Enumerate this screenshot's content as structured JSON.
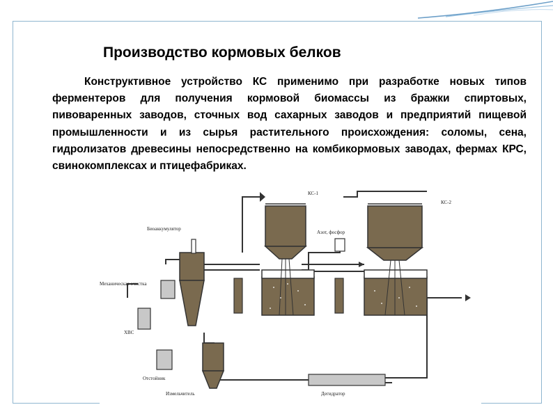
{
  "slide": {
    "title": "Производство кормовых белков",
    "paragraph": "Конструктивное устройство КС применимо при разработке новых типов ферментеров для получения кормовой биомассы из бражки спиртовых, пивоваренных заводов, сточных вод сахарных заводов и предприятий пищевой промышленности и из сырья растительного происхождения: соломы, сена, гидролизатов древесины непосредственно на комбикормовых заводах, фермах КРС, свинокомплексах и птицефабриках."
  },
  "diagram": {
    "labels": {
      "ks1": "КС-1",
      "ks2": "КС-2",
      "bioaccumulator": "Биоаккумулятор",
      "nitrogen_phosphorus": "Азот, фосфор",
      "mechanical_cleaning": "Механическая очистка",
      "khvs": "ХВС",
      "settler": "Отстойник",
      "crusher": "Измельчитель",
      "dehydrator": "Дегидратор"
    }
  },
  "colors": {
    "frame": "#8fb6d0",
    "swoosh": "#3b7fb6",
    "liquid": "#7a6a4f",
    "liquid_dark": "#5e5240"
  }
}
